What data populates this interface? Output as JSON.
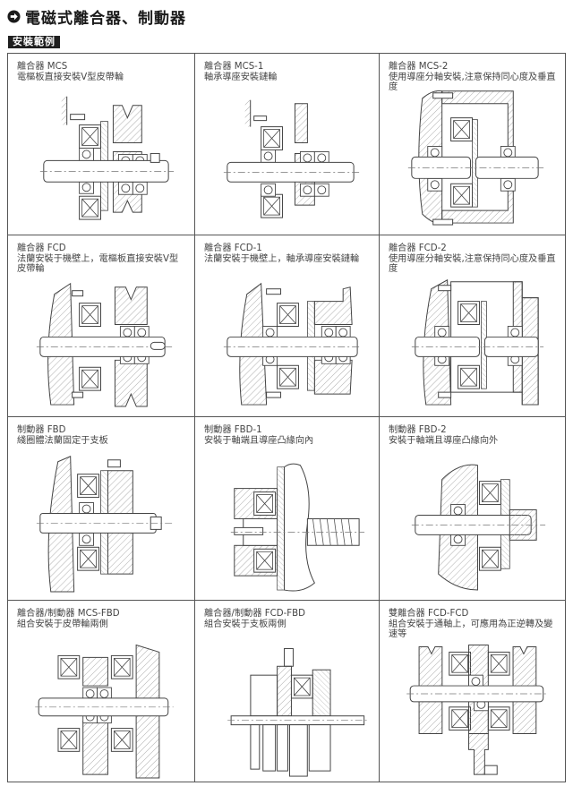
{
  "header": {
    "title": "電磁式離合器、制動器",
    "title_icon": "arrow-circle-right-icon",
    "section_tag": "安裝範例"
  },
  "cells": [
    {
      "model": "離合器 MCS",
      "desc": "電樞板直接安裝V型皮帶輪",
      "drawing": "mcs-clutch-v-belt-pulley"
    },
    {
      "model": "離合器 MCS-1",
      "desc": "軸承導座安裝鏈輪",
      "drawing": "mcs1-clutch-bearing-sprocket"
    },
    {
      "model": "離合器 MCS-2",
      "desc": "使用導座分軸安裝,注意保持同心度及垂直度",
      "drawing": "mcs2-clutch-split-shaft"
    },
    {
      "model": "離合器 FCD",
      "desc": "法蘭安裝于機壁上，電樞板直接安裝V型皮帶輪",
      "drawing": "fcd-clutch-flange-v-belt"
    },
    {
      "model": "離合器 FCD-1",
      "desc": "法蘭安裝于機壁上，軸承導座安裝鏈輪",
      "drawing": "fcd1-clutch-flange-sprocket"
    },
    {
      "model": "離合器 FCD-2",
      "desc": "使用導座分軸安裝,注意保持同心度及垂直度",
      "drawing": "fcd2-clutch-split-shaft"
    },
    {
      "model": "制動器 FBD",
      "desc": "綫圈體法蘭固定于支板",
      "drawing": "fbd-brake-flange-plate"
    },
    {
      "model": "制動器 FBD-1",
      "desc": "安裝于軸端且導座凸緣向內",
      "drawing": "fbd1-brake-shaft-end-inward"
    },
    {
      "model": "制動器 FBD-2",
      "desc": "安裝于軸端且導座凸緣向外",
      "drawing": "fbd2-brake-shaft-end-outward"
    },
    {
      "model": "離合器/制動器 MCS-FBD",
      "desc": "組合安裝于皮帶輪兩側",
      "drawing": "mcs-fbd-combo-pulley"
    },
    {
      "model": "離合器/制動器 FCD-FBD",
      "desc": "組合安裝于支板兩側",
      "drawing": "fcd-fbd-combo-plate"
    },
    {
      "model": "雙離合器 FCD-FCD",
      "desc": "組合安裝于通軸上，可應用為正逆轉及變速等",
      "drawing": "fcd-fcd-double-clutch"
    }
  ],
  "colors": {
    "line": "#555555",
    "hatch": "#9a9a9a",
    "tag_bg": "#1f1f1f"
  }
}
